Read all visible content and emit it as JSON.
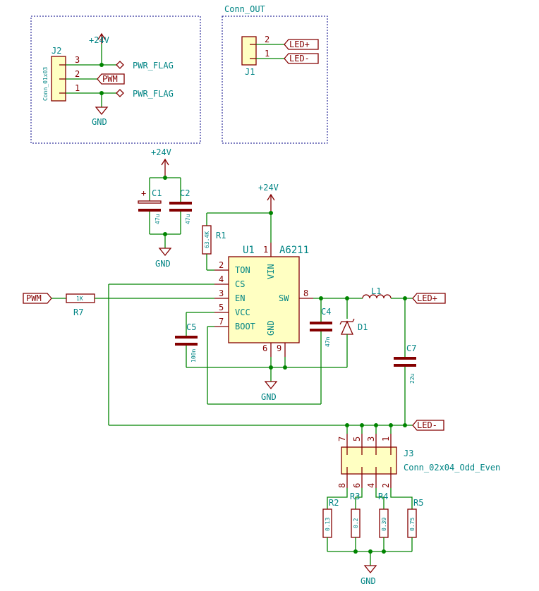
{
  "sheet_boxes": {
    "conn_out_title": "Conn_OUT"
  },
  "power": {
    "v24": "+24V",
    "gnd": "GND",
    "pwr_flag": "PWR_FLAG"
  },
  "labels": {
    "pwm": "PWM",
    "led_plus": "LED+",
    "led_minus": "LED-"
  },
  "j2": {
    "ref": "J2",
    "value": "Conn_01x03",
    "pins": [
      "3",
      "2",
      "1"
    ]
  },
  "j1": {
    "ref": "J1",
    "pins": [
      "2",
      "1"
    ]
  },
  "u1": {
    "ref": "U1",
    "value": "A6211",
    "pins": {
      "ton": "TON",
      "cs": "CS",
      "en": "EN",
      "vcc": "VCC",
      "boot": "BOOT",
      "vin": "VIN",
      "sw": "SW",
      "gnd": "GND"
    },
    "pin_numbers": {
      "ton": "2",
      "cs": "4",
      "en": "3",
      "vcc": "5",
      "boot": "7",
      "vin": "1",
      "sw": "8",
      "gnd6": "6",
      "gnd9": "9"
    }
  },
  "components": {
    "c1": {
      "ref": "C1",
      "value": "47u",
      "polarity": "+"
    },
    "c2": {
      "ref": "C2",
      "value": "47u"
    },
    "c4": {
      "ref": "C4",
      "value": "47n"
    },
    "c5": {
      "ref": "C5",
      "value": "100n"
    },
    "c7": {
      "ref": "C7",
      "value": "22u"
    },
    "r1": {
      "ref": "R1",
      "value": "63.4K"
    },
    "r7": {
      "ref": "R7",
      "value": "1K"
    },
    "l1": {
      "ref": "L1"
    },
    "d1": {
      "ref": "D1"
    },
    "r2": {
      "ref": "R2",
      "value": "0.13"
    },
    "r3": {
      "ref": "R3",
      "value": "0.2"
    },
    "r4": {
      "ref": "R4",
      "value": "0.39"
    },
    "r5": {
      "ref": "R5",
      "value": "0.75"
    }
  },
  "j3": {
    "ref": "J3",
    "value": "Conn_02x04_Odd_Even",
    "top_pins": [
      "7",
      "5",
      "3",
      "1"
    ],
    "bottom_pins": [
      "8",
      "6",
      "4",
      "2"
    ]
  }
}
